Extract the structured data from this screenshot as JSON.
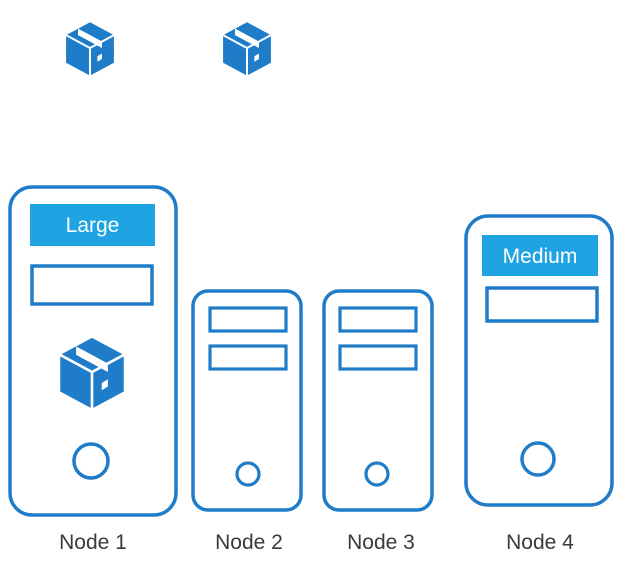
{
  "colors": {
    "primary": "#1E7CC8",
    "label_fill": "#1FA3E2",
    "background": "#FFFFFF",
    "text": "#3A3A3A"
  },
  "pending_pods": [
    {
      "icon": "package-icon"
    },
    {
      "icon": "package-icon"
    }
  ],
  "nodes": [
    {
      "name": "Node 1",
      "size_label": "Large",
      "slots": 1,
      "pods": 1
    },
    {
      "name": "Node 2",
      "size_label": "",
      "slots": 2,
      "pods": 0
    },
    {
      "name": "Node 3",
      "size_label": "",
      "slots": 2,
      "pods": 0
    },
    {
      "name": "Node 4",
      "size_label": "Medium",
      "slots": 1,
      "pods": 0
    }
  ]
}
